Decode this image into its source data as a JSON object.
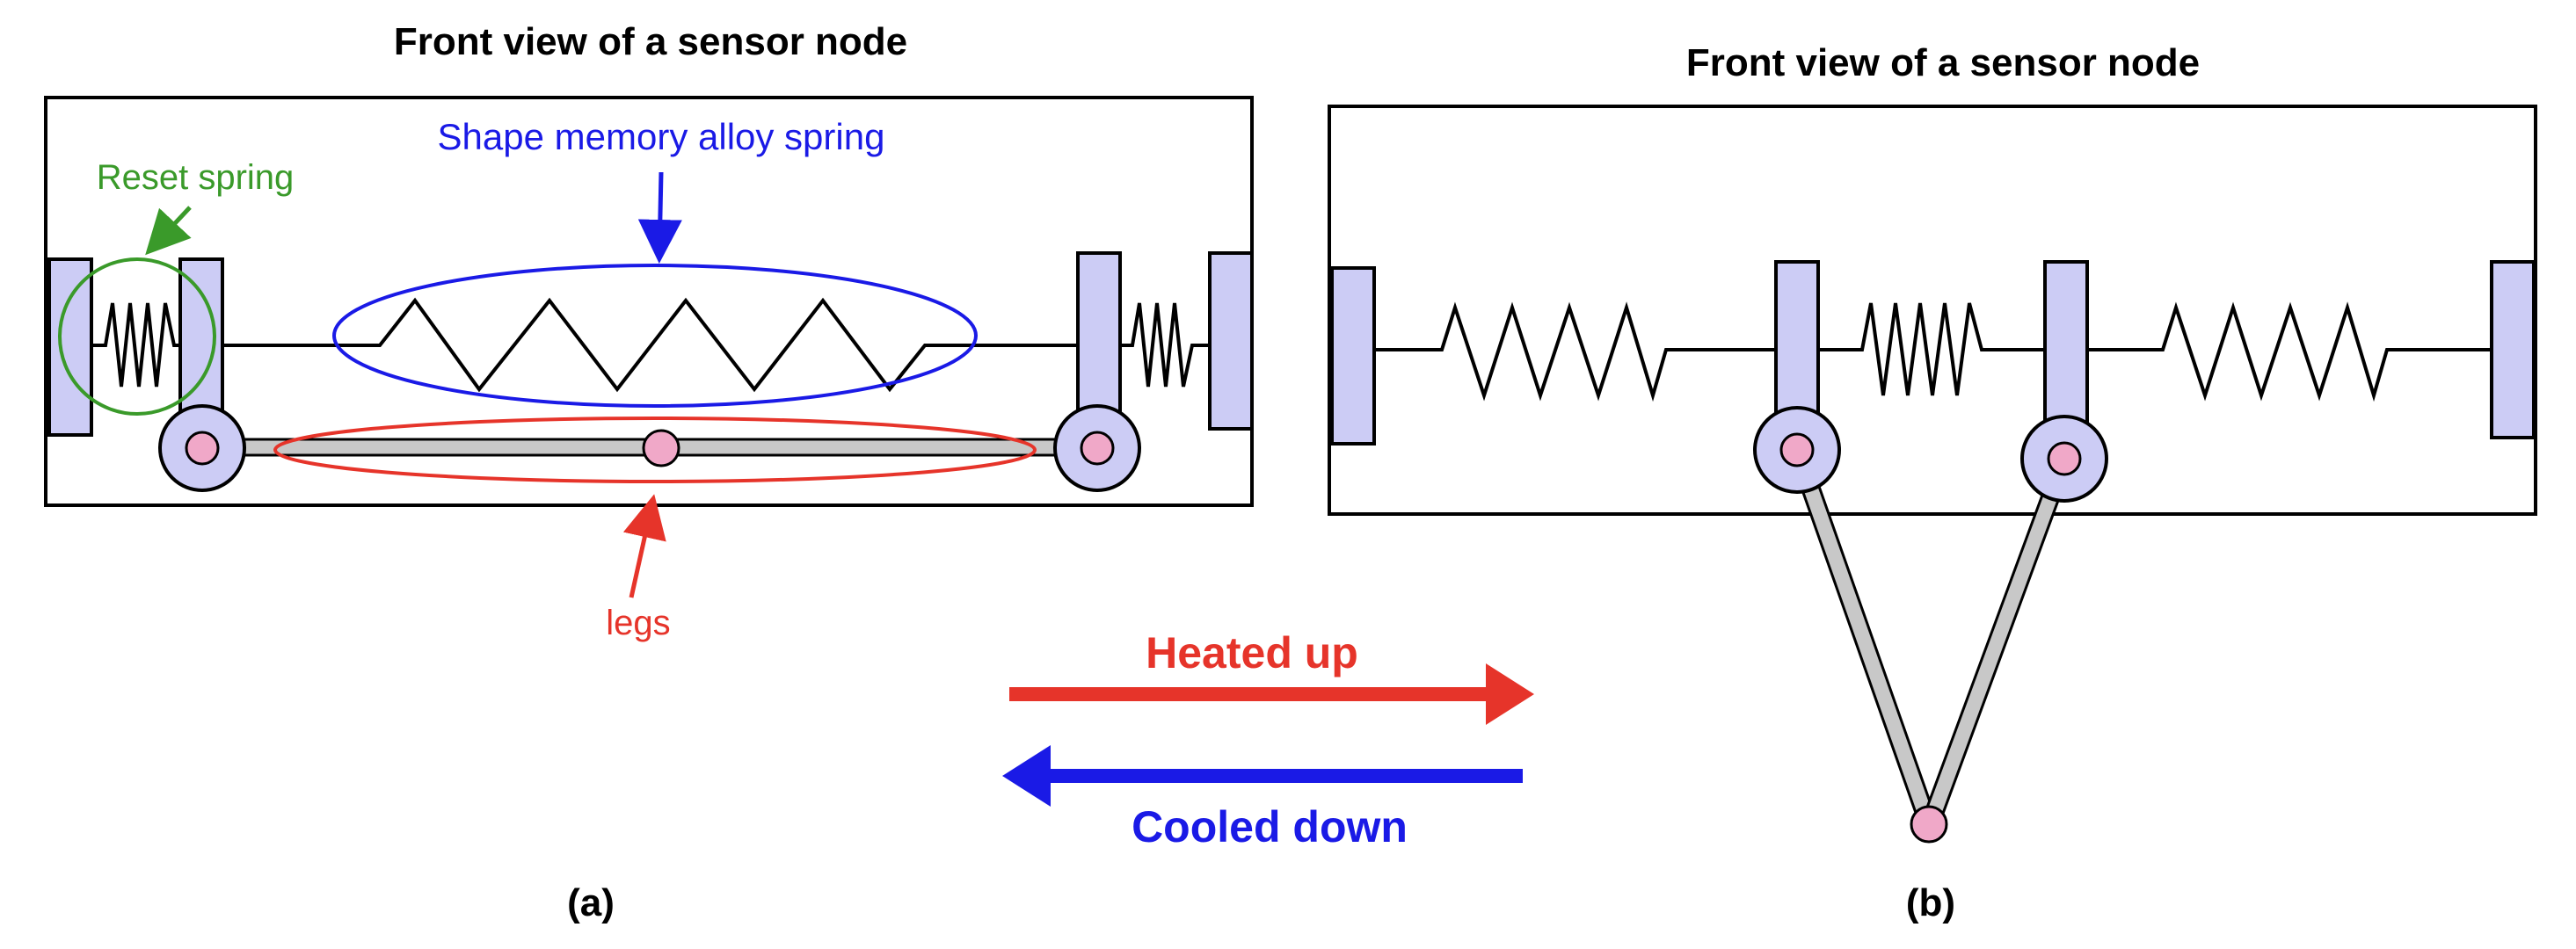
{
  "panel_a": {
    "title": "Front view of a sensor node",
    "caption": "(a)",
    "labels": {
      "reset_spring": "Reset spring",
      "sma_spring": "Shape memory alloy spring",
      "legs": "legs"
    }
  },
  "panel_b": {
    "title": "Front view of a sensor node",
    "caption": "(b)"
  },
  "transitions": {
    "heated": "Heated up",
    "cooled": "Cooled down"
  },
  "colors": {
    "reset_spring": "#3a9a2a",
    "sma_spring": "#1a1ae6",
    "legs": "#e6342a",
    "plate_fill": "#ccccf5",
    "pin_fill": "#f0a8c8",
    "leg_fill": "#c8c8c8"
  }
}
